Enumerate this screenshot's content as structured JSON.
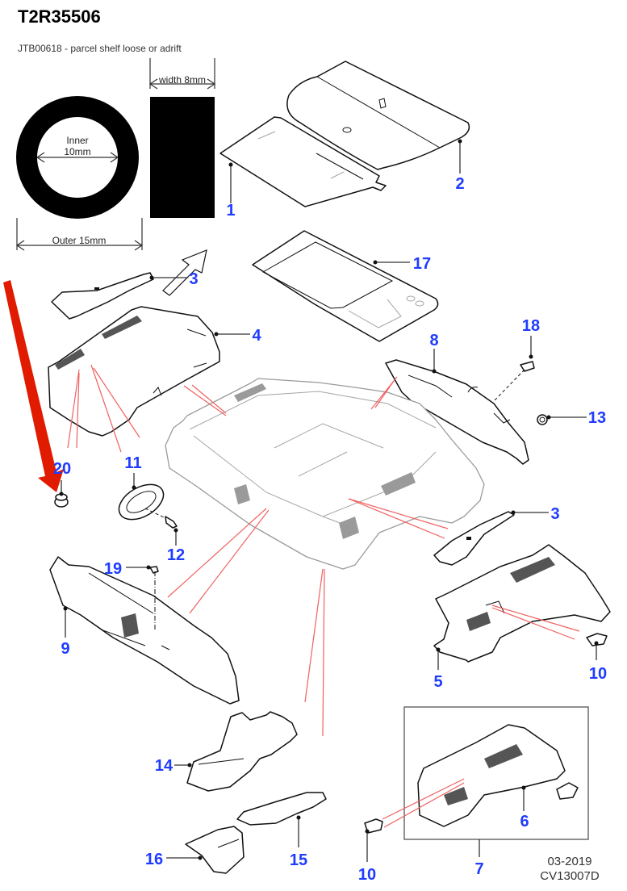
{
  "header": {
    "title": "T2R35506",
    "subtitle": "JTB00618 - parcel shelf loose or adrift"
  },
  "dimension_inset": {
    "inner_label_line1": "Inner",
    "inner_label_line2": "10mm",
    "outer_label": "Outer 15mm",
    "width_label": "width 8mm"
  },
  "callouts": {
    "c1": "1",
    "c2": "2",
    "c3a": "3",
    "c3b": "3",
    "c4": "4",
    "c5": "5",
    "c6": "6",
    "c7": "7",
    "c8": "8",
    "c9": "9",
    "c10a": "10",
    "c10b": "10",
    "c11": "11",
    "c12": "12",
    "c13": "13",
    "c14": "14",
    "c15": "15",
    "c16": "16",
    "c17": "17",
    "c18": "18",
    "c19": "19",
    "c20": "20"
  },
  "footer": {
    "date": "03-2019",
    "code": "CV13007D"
  },
  "colors": {
    "callout": "#1f3cff",
    "highlight_arrow": "#e01b00",
    "fixing_lines": "#f06060"
  }
}
